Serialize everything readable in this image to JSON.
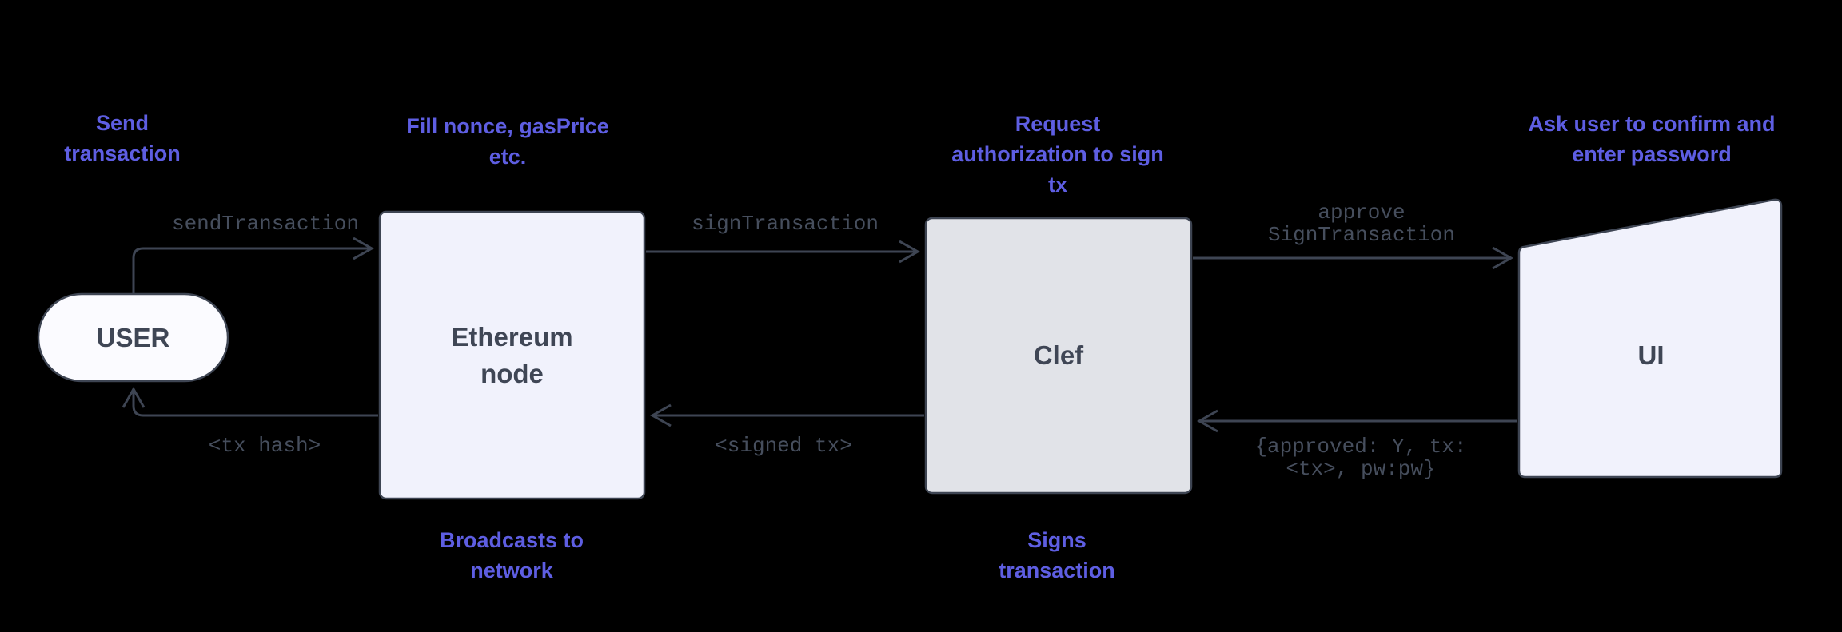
{
  "colors": {
    "note": "#5e5ee2",
    "line": "#3e4553",
    "node_fill": "#f1f2fc",
    "clef_fill": "#e1e3e8",
    "user_fill": "#fbfbff",
    "text": "#3f4655",
    "edge_label": "#464e5d",
    "background": "#000000"
  },
  "nodes": {
    "user": "USER",
    "ethereum": "Ethereum\nnode",
    "clef": "Clef",
    "ui": "UI"
  },
  "notes": {
    "send": "Send\ntransaction",
    "fill_nonce": "Fill nonce, gasPrice\netc.",
    "request_auth": "Request\nauthorization to sign\ntx",
    "ask_user": "Ask user to confirm and\nenter password",
    "broadcasts": "Broadcasts to\nnetwork",
    "signs": "Signs\ntransaction"
  },
  "edge_labels": {
    "send_transaction": "sendTransaction",
    "sign_transaction": "signTransaction",
    "approve_sign_transaction": "approve\nSignTransaction",
    "tx_hash": "<tx hash>",
    "signed_tx": "<signed tx>",
    "approved_payload": "{approved: Y, tx:\n<tx>, pw:pw}"
  }
}
